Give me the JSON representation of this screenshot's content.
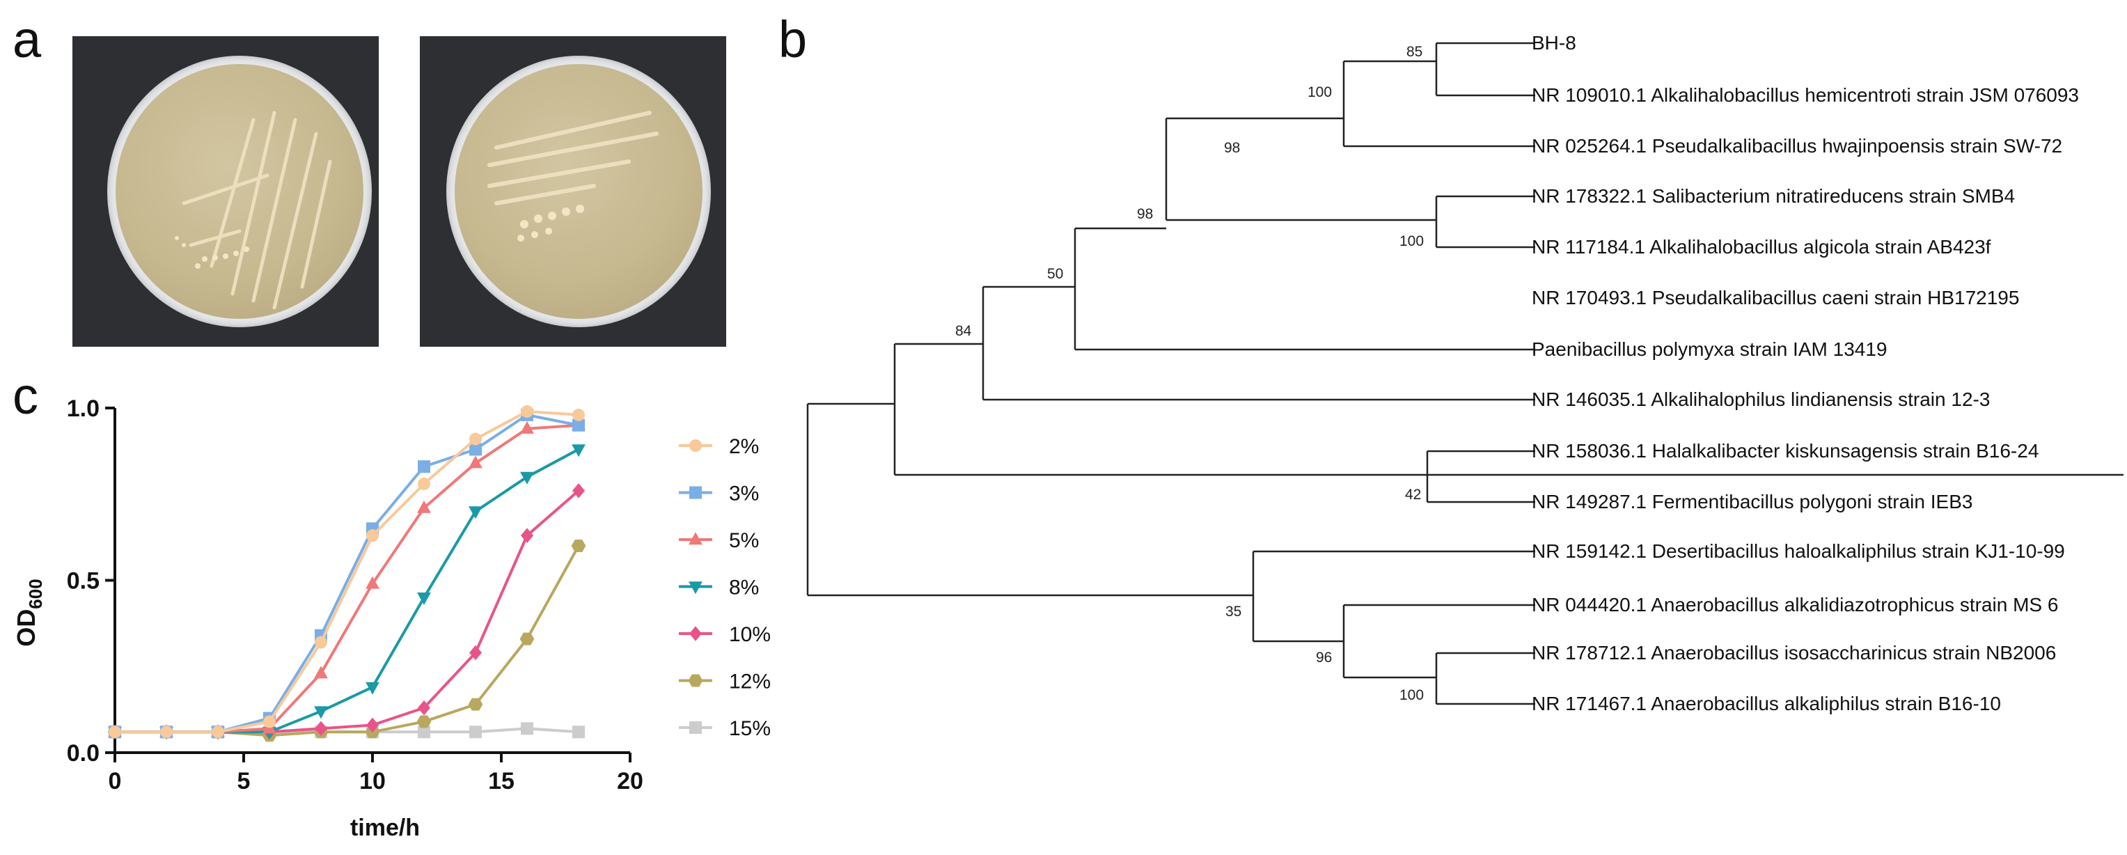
{
  "panels": {
    "a": {
      "label": "a"
    },
    "b": {
      "label": "b"
    },
    "c": {
      "label": "c"
    }
  },
  "tree": {
    "taxa": [
      "BH-8",
      "NR 109010.1 Alkalihalobacillus hemicentroti strain JSM 076093",
      "NR 025264.1 Pseudalkalibacillus hwajinpoensis strain SW-72",
      "NR 178322.1 Salibacterium nitratireducens strain SMB4",
      "NR 117184.1 Alkalihalobacillus algicola strain AB423f",
      "NR 170493.1 Pseudalkalibacillus caeni strain HB172195",
      "Paenibacillus polymyxa strain IAM 13419",
      "NR 146035.1 Alkalihalophilus lindianensis strain 12-3",
      "NR 158036.1 Halalkalibacter kiskunsagensis strain B16-24",
      "NR 149287.1 Fermentibacillus polygoni strain IEB3",
      "NR 159142.1 Desertibacillus haloalkaliphilus strain KJ1-10-99",
      "NR 044420.1 Anaerobacillus alkalidiazotrophicus strain MS 6",
      "NR 178712.1 Anaerobacillus isosaccharinicus strain NB2006",
      "NR 171467.1 Anaerobacillus alkaliphilus strain B16-10"
    ],
    "bootstrap_labels": [
      "85",
      "100",
      "98",
      "98",
      "100",
      "50",
      "84",
      "42",
      "35",
      "96",
      "100"
    ]
  },
  "chart_data": {
    "type": "line",
    "xlabel": "time/h",
    "ylabel_main": "OD",
    "ylabel_sub": "600",
    "xlim": [
      0,
      20
    ],
    "ylim": [
      0,
      1.0
    ],
    "x_ticks": [
      "0",
      "5",
      "10",
      "15",
      "20"
    ],
    "y_ticks": [
      "0.0",
      "0.5",
      "1.0"
    ],
    "x": [
      0,
      2,
      4,
      6,
      8,
      10,
      12,
      14,
      16,
      18
    ],
    "series": [
      {
        "name": "2%",
        "color": "#f9c99a",
        "marker": "circle",
        "values": [
          0.06,
          0.06,
          0.06,
          0.09,
          0.32,
          0.63,
          0.78,
          0.91,
          0.99,
          0.98
        ]
      },
      {
        "name": "3%",
        "color": "#7aaee6",
        "marker": "square",
        "values": [
          0.06,
          0.06,
          0.06,
          0.1,
          0.34,
          0.65,
          0.83,
          0.88,
          0.98,
          0.95
        ]
      },
      {
        "name": "5%",
        "color": "#f07878",
        "marker": "triangle-up",
        "values": [
          0.06,
          0.06,
          0.06,
          0.07,
          0.23,
          0.49,
          0.71,
          0.84,
          0.94,
          0.95
        ]
      },
      {
        "name": "8%",
        "color": "#1a9aa6",
        "marker": "triangle-down",
        "values": [
          0.06,
          0.06,
          0.06,
          0.06,
          0.12,
          0.19,
          0.45,
          0.7,
          0.8,
          0.88
        ]
      },
      {
        "name": "10%",
        "color": "#e8548a",
        "marker": "diamond",
        "values": [
          0.06,
          0.06,
          0.06,
          0.06,
          0.07,
          0.08,
          0.13,
          0.29,
          0.63,
          0.76
        ]
      },
      {
        "name": "12%",
        "color": "#b8a85e",
        "marker": "hexagon",
        "values": [
          0.06,
          0.06,
          0.06,
          0.05,
          0.06,
          0.06,
          0.09,
          0.14,
          0.33,
          0.6
        ]
      },
      {
        "name": "15%",
        "color": "#cccccc",
        "marker": "square",
        "values": [
          0.06,
          0.06,
          0.06,
          0.06,
          0.06,
          0.06,
          0.06,
          0.06,
          0.07,
          0.06
        ]
      }
    ]
  }
}
